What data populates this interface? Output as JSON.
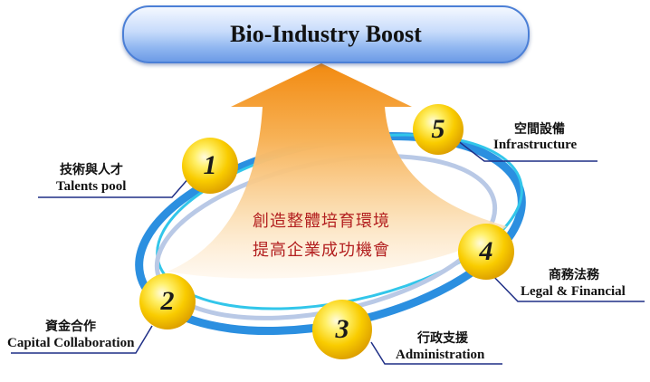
{
  "title": "Bio-Industry Boost",
  "center_lines": [
    "創造整體培育環境",
    "提高企業成功機會"
  ],
  "items": [
    {
      "num": "1",
      "zh": "技術與人才",
      "en": "Talents pool"
    },
    {
      "num": "2",
      "zh": "資金合作",
      "en": "Capital Collaboration"
    },
    {
      "num": "3",
      "zh": "行政支援",
      "en": "Administration"
    },
    {
      "num": "4",
      "zh": "商務法務",
      "en": "Legal & Financial"
    },
    {
      "num": "5",
      "zh": "空間設備",
      "en": "Infrastructure"
    }
  ],
  "colors": {
    "arrow": "#f39a1e",
    "ring_outer": "#2b8fe0",
    "ring_inner": "#2ec3e8",
    "ball": "#f6c800",
    "callout_line": "#1f2f86",
    "center_text": "#b32020"
  }
}
